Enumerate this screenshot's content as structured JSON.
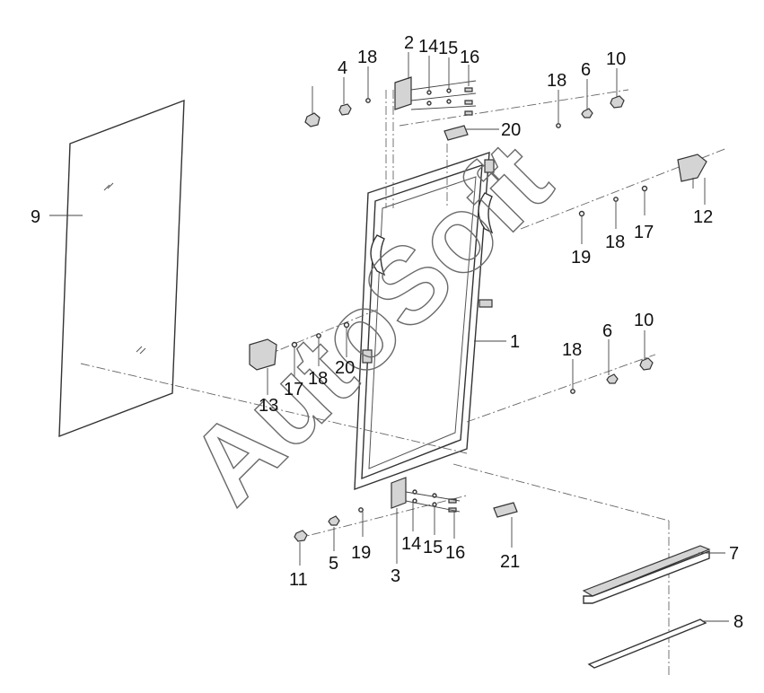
{
  "watermark": "AutoSoft",
  "callouts": [
    {
      "id": "c1",
      "text": "1"
    },
    {
      "id": "c2",
      "text": "2"
    },
    {
      "id": "c3",
      "text": "3"
    },
    {
      "id": "c4",
      "text": "4"
    },
    {
      "id": "c5",
      "text": "5"
    },
    {
      "id": "c6a",
      "text": "6"
    },
    {
      "id": "c6b",
      "text": "6"
    },
    {
      "id": "c7",
      "text": "7"
    },
    {
      "id": "c8",
      "text": "8"
    },
    {
      "id": "c9",
      "text": "9"
    },
    {
      "id": "c10a",
      "text": "10"
    },
    {
      "id": "c10b",
      "text": "10"
    },
    {
      "id": "c11",
      "text": "11"
    },
    {
      "id": "c12",
      "text": "12"
    },
    {
      "id": "c13",
      "text": "13"
    },
    {
      "id": "c14a",
      "text": "14"
    },
    {
      "id": "c14b",
      "text": "14"
    },
    {
      "id": "c15a",
      "text": "15"
    },
    {
      "id": "c15b",
      "text": "15"
    },
    {
      "id": "c16a",
      "text": "16"
    },
    {
      "id": "c16b",
      "text": "16"
    },
    {
      "id": "c17a",
      "text": "17"
    },
    {
      "id": "c17b",
      "text": "17"
    },
    {
      "id": "c18a",
      "text": "18"
    },
    {
      "id": "c18b",
      "text": "18"
    },
    {
      "id": "c18c",
      "text": "18"
    },
    {
      "id": "c18d",
      "text": "18"
    },
    {
      "id": "c18e",
      "text": "18"
    },
    {
      "id": "c19a",
      "text": "19"
    },
    {
      "id": "c19b",
      "text": "19"
    },
    {
      "id": "c20a",
      "text": "20"
    },
    {
      "id": "c20b",
      "text": "20"
    },
    {
      "id": "c21",
      "text": "21"
    }
  ]
}
